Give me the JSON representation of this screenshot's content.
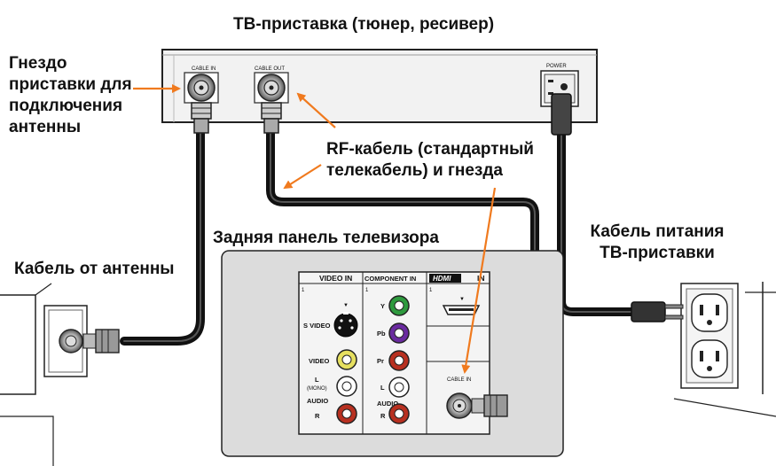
{
  "labels": {
    "title": "ТВ-приставка (тюнер, ресивер)",
    "antenna_jack": [
      "Гнездо",
      "приставки для",
      "подключения",
      "антенны"
    ],
    "rf_cable": [
      "RF-кабель (стандартный",
      "телекабель) и гнезда"
    ],
    "tv_back_panel": "Задняя панель телевизора",
    "antenna_cable": "Кабель от антенны",
    "power_cable": [
      "Кабель питания",
      "ТВ-приставки"
    ]
  },
  "box": {
    "cable_in": "CABLE IN",
    "cable_out": "CABLE OUT",
    "power": "POWER"
  },
  "tv_panel": {
    "video_in": "VIDEO IN",
    "component_in": "COMPONENT IN",
    "hdmi_in": "HDMI IN",
    "hdmi_logo": "HDMI",
    "hdmi_in_suffix": "IN",
    "section_num": "1",
    "s_video": "S VIDEO",
    "video": "VIDEO",
    "l": "L",
    "mono": "(MONO)",
    "audio": "AUDIO",
    "r": "R",
    "y": "Y",
    "pb": "Pb",
    "pr": "Pr",
    "cable_in": "CABLE IN"
  },
  "colors": {
    "arrow": "#f07a1e",
    "cable": "#1a1a1a",
    "panel": "#dcdcdc",
    "green_jack": "#2e9a3e",
    "purple_jack": "#6a2aa0",
    "red_jack": "#b83020",
    "yellow_jack": "#e6e060"
  }
}
